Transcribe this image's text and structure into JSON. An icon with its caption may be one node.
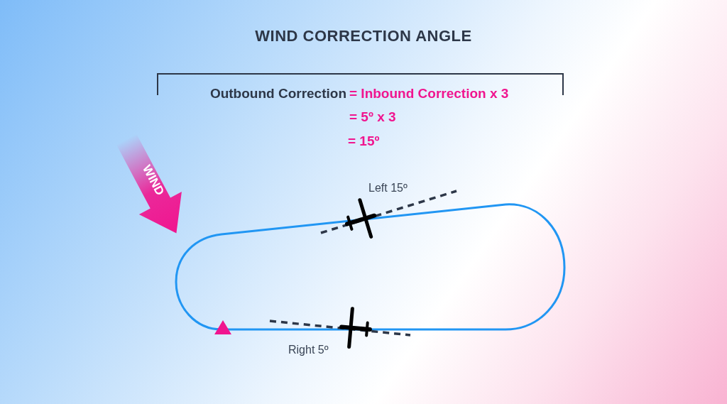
{
  "diagram": {
    "title": "WIND CORRECTION ANGLE",
    "labels": [
      "Outbound Correction",
      "= Inbound Correction x 3",
      "= 5º x 3",
      "= 15º",
      "WIND",
      "Left 15º",
      "Right 5º"
    ]
  }
}
